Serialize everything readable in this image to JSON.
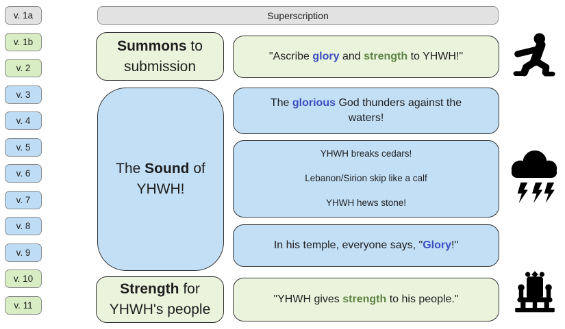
{
  "palette": {
    "text": "#1e1e1e",
    "gray_fill": "#e2e2e2",
    "green_small_fill": "#d8edc4",
    "blue_small_fill": "#bedcf4",
    "green_fill": "#eaf3dc",
    "blue_fill": "#c3dff6",
    "border_dark": "#333333",
    "border_gray": "#8a8a8a",
    "blue_word": "#3b4cc0",
    "green_word": "#5e8442",
    "icon_color": "#000000"
  },
  "verse_column": {
    "items": [
      {
        "label": "v. 1a",
        "color": "gray"
      },
      {
        "label": "v. 1b",
        "color": "green"
      },
      {
        "label": "v. 2",
        "color": "green"
      },
      {
        "label": "v. 3",
        "color": "blue"
      },
      {
        "label": "v. 4",
        "color": "blue"
      },
      {
        "label": "v. 5",
        "color": "blue"
      },
      {
        "label": "v. 6",
        "color": "blue"
      },
      {
        "label": "v. 7",
        "color": "blue"
      },
      {
        "label": "v. 8",
        "color": "blue"
      },
      {
        "label": "v. 9",
        "color": "blue"
      },
      {
        "label": "v. 10",
        "color": "green"
      },
      {
        "label": "v. 11",
        "color": "green"
      }
    ]
  },
  "superscription": {
    "label": "Superscription"
  },
  "rows": {
    "summons": {
      "title": [
        {
          "t": "Summons",
          "b": 1
        },
        {
          "t": " to submission"
        }
      ],
      "content": [
        {
          "t": "\"Ascribe "
        },
        {
          "t": "glory",
          "b": 1,
          "c": "blue"
        },
        {
          "t": " and "
        },
        {
          "t": "strength",
          "b": 1,
          "c": "green"
        },
        {
          "t": " to YHWH!\""
        }
      ],
      "icon": "kneeling-person-icon"
    },
    "sound": {
      "title": [
        {
          "t": "The "
        },
        {
          "t": "Sound",
          "b": 1
        },
        {
          "t": " of YHWH!"
        }
      ],
      "thunders": [
        {
          "t": "The "
        },
        {
          "t": "glorious",
          "b": 1,
          "c": "blue"
        },
        {
          "t": " God thunders against the waters!"
        }
      ],
      "deeds_lines": [
        "YHWH breaks cedars!",
        "Lebanon/Sirion skip like a calf",
        "YHWH hews stone!"
      ],
      "temple": [
        {
          "t": "In his temple, everyone says, \""
        },
        {
          "t": "Glory",
          "b": 1,
          "c": "blue"
        },
        {
          "t": "!\""
        }
      ],
      "icon": "storm-cloud-lightning-icon"
    },
    "strength": {
      "title": [
        {
          "t": "Strength",
          "b": 1
        },
        {
          "t": " for YHWH's people"
        }
      ],
      "content": [
        {
          "t": "\"YHWH gives "
        },
        {
          "t": "strength",
          "b": 1,
          "c": "green"
        },
        {
          "t": " to his people.\""
        }
      ],
      "icon": "throne-icon"
    }
  }
}
